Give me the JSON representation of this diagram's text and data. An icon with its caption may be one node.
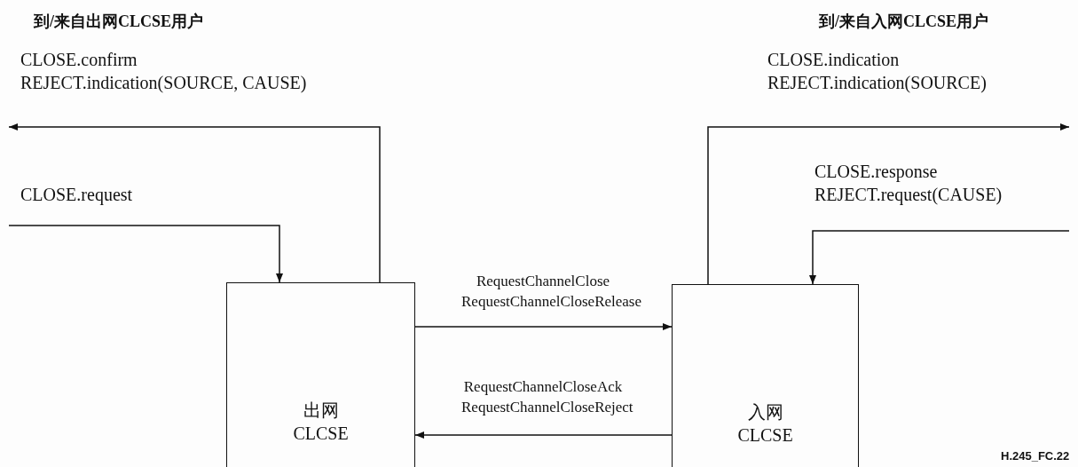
{
  "diagram": {
    "nodes": [
      {
        "text": [
          "出网 CLCSE"
        ]
      },
      {
        "text": [
          "入网 CLCSE"
        ]
      }
    ],
    "edges": [
      {
        "from": 0,
        "to": null,
        "arrow": "to",
        "label": "CLOSE.confirm REJECT.indication(SOURCE, CAUSE)"
      },
      {
        "from": null,
        "to": 0,
        "arrow": "to",
        "label": "CLOSE.request"
      },
      {
        "from": 1,
        "to": null,
        "arrow": "to",
        "label": "CLOSE.indication REJECT.indication(SOURCE)"
      },
      {
        "from": null,
        "to": 1,
        "arrow": "to",
        "label": "CLOSE.response REJECT.request(CAUSE)"
      },
      {
        "from": 0,
        "to": 1,
        "arrow": "to",
        "label": "RequestChannelClose RequestChannelCloseRelease"
      },
      {
        "from": 1,
        "to": 0,
        "arrow": "to",
        "label": "RequestChannelCloseAck RequestChannelCloseReject"
      }
    ],
    "labels": [
      "到/来自出网CLCSE用户",
      "到/来自入网CLCSE用户",
      "H.245_FC.22"
    ]
  }
}
